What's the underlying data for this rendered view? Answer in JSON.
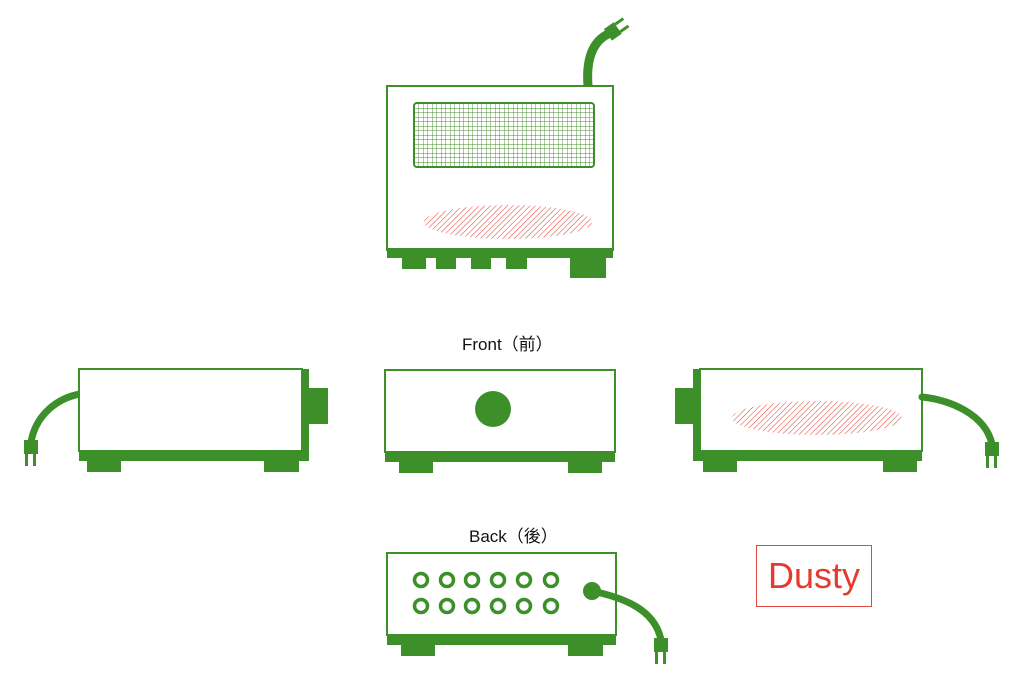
{
  "labels": {
    "front": "Front（前）",
    "back": "Back（後）"
  },
  "status": {
    "text": "Dusty"
  },
  "colors": {
    "device": "#3d8f2a",
    "dust": "#e53a2f",
    "background": "#ffffff"
  }
}
